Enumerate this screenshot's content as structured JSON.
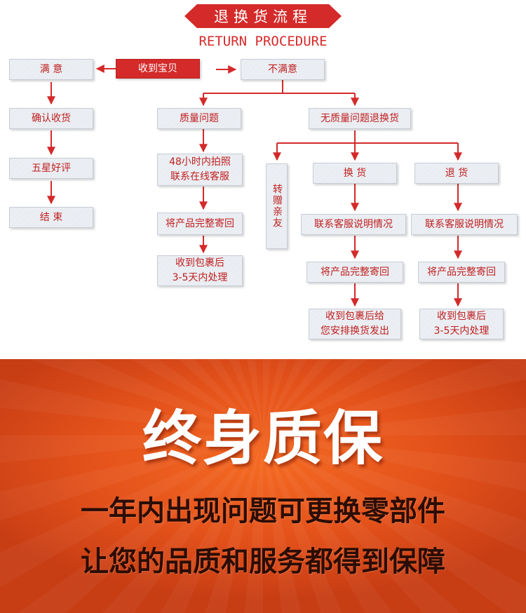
{
  "header": {
    "title": "退换货流程",
    "subtitle": "RETURN PROCEDURE"
  },
  "nodes": {
    "received": "收到宝贝",
    "satisfied": "满 意",
    "unsatisfied": "不满意",
    "confirm_receipt": "确认收货",
    "five_star": "五星好评",
    "end": "结 束",
    "quality_issue": "质量问题",
    "quality_step1_a": "48小时内拍照",
    "quality_step1_b": "联系在线客服",
    "quality_step2": "将产品完整寄回",
    "quality_step3_a": "收到包裹后",
    "quality_step3_b": "3-5天内处理",
    "no_quality_issue": "无质量问题退换货",
    "gift_friend": "转赠亲友",
    "exchange": "换 货",
    "exchange_step1": "联系客服说明情况",
    "exchange_step2": "将产品完整寄回",
    "exchange_step3_a": "收到包裹后给",
    "exchange_step3_b": "您安排换货发出",
    "refund": "退 货",
    "refund_step1": "联系客服说明情况",
    "refund_step2": "将产品完整寄回",
    "refund_step3_a": "收到包裹后",
    "refund_step3_b": "3-5天内处理"
  },
  "promo": {
    "headline": "终身质保",
    "line1": "一年内出现问题可更换零部件",
    "line2": "让您的品质和服务都得到保障"
  },
  "colors": {
    "accent_red": "#d42a2a",
    "promo_orange": "#e4521b",
    "box_gray": "#e8ebf0"
  }
}
